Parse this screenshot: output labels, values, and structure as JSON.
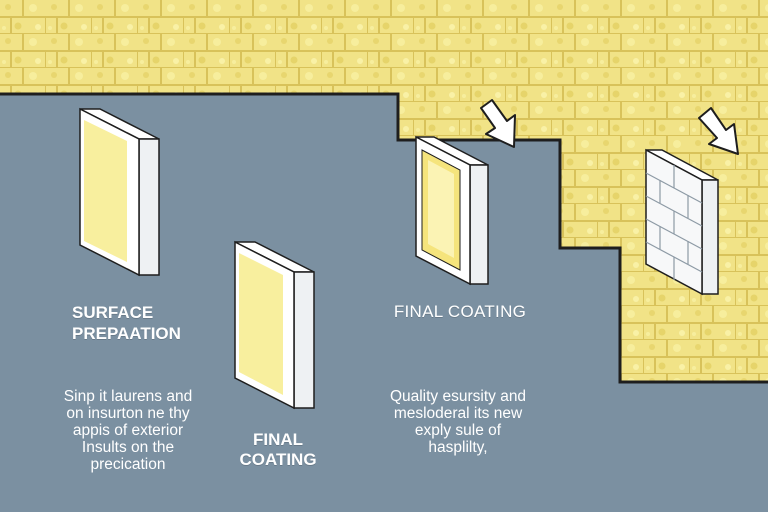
{
  "colors": {
    "background": "#7b90a1",
    "insulation": "#f2e58a",
    "insulation_dark": "#d9c35c",
    "panel_face": "#f8ef9e",
    "panel_white": "#ffffff",
    "outline": "#1e1e1e",
    "text": "#ffffff"
  },
  "icons": [
    "insulation-pattern",
    "panel-icon",
    "framed-panel-icon",
    "brick-block-icon",
    "arrow-icon"
  ],
  "labels": {
    "step1": [
      "SURFACE",
      "PREPAATION"
    ],
    "step2": "FINAL COATING",
    "step3": [
      "FINAL",
      "COATING"
    ]
  },
  "descriptions": {
    "left": [
      "Sinp it laurens and",
      "on insurton ne thy",
      "appis of exterior",
      "Insults on the",
      "precication"
    ],
    "right": [
      "Quality esursity and",
      "mesloderal its new",
      "exply sule of",
      "hasplilty,"
    ]
  }
}
